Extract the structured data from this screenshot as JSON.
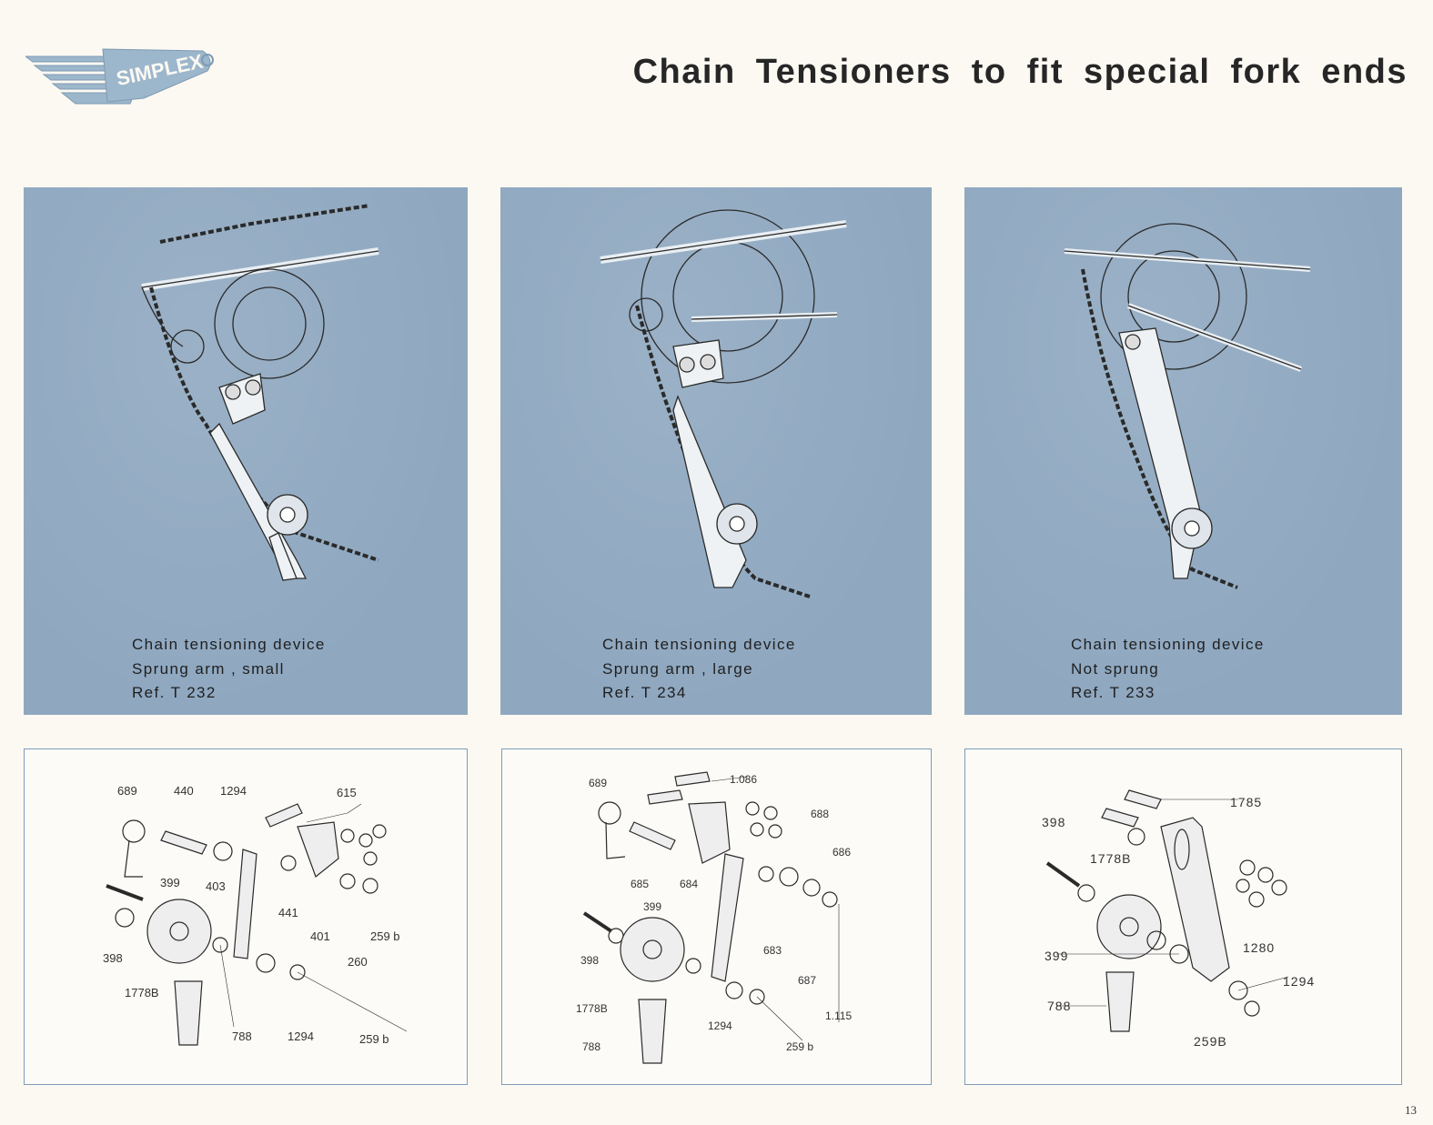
{
  "header": {
    "logo_text": "SIMPLEX",
    "title": "Chain Tensioners to fit special fork ends"
  },
  "panels": [
    {
      "caption": [
        "Chain tensioning device",
        "Sprung arm , small",
        "Ref.  T 232"
      ]
    },
    {
      "caption": [
        "Chain tensioning device",
        "Sprung arm , large",
        "Ref.  T 234"
      ]
    },
    {
      "caption": [
        "Chain tensioning device",
        "Not sprung",
        "Ref.  T 233"
      ]
    }
  ],
  "diagrams": [
    {
      "labels": [
        "689",
        "440",
        "1294",
        "615",
        "399",
        "403",
        "441",
        "401",
        "259 b",
        "398",
        "260",
        "1778B",
        "788",
        "1294",
        "259 b"
      ]
    },
    {
      "labels": [
        "689",
        "1.086",
        "688",
        "686",
        "685",
        "684",
        "399",
        "683",
        "398",
        "687",
        "1778B",
        "1.115",
        "1294",
        "788",
        "259 b"
      ]
    },
    {
      "labels": [
        "398",
        "1785",
        "1778B",
        "399",
        "1280",
        "1294",
        "788",
        "259B"
      ]
    }
  ],
  "footer": {
    "page_number": "13"
  },
  "colors": {
    "panel_blue": "#8fa8c0",
    "page_bg": "#fbf9f2",
    "border_blue": "#7f9cb8"
  }
}
